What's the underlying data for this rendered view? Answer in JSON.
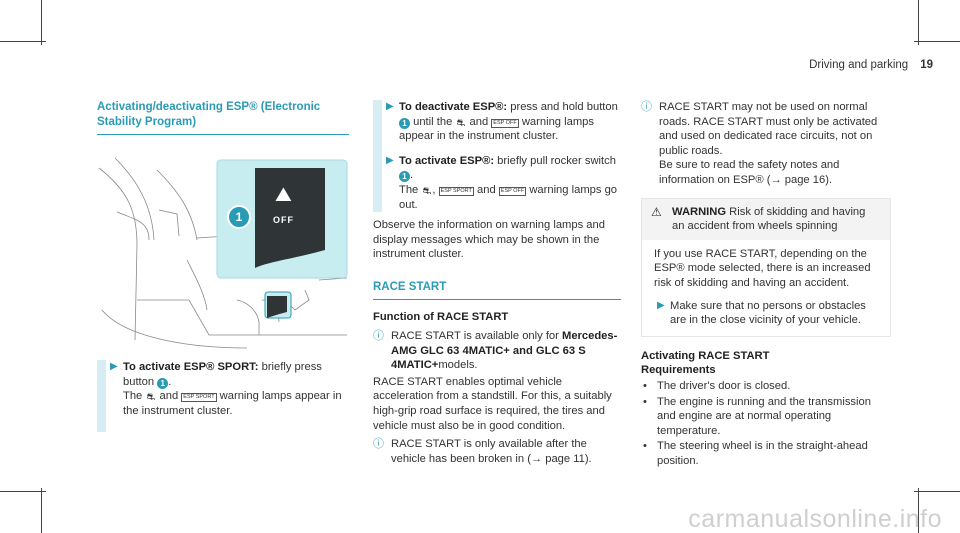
{
  "header": {
    "section": "Driving and parking",
    "page": "19"
  },
  "left": {
    "title": "Activating/deactivating ESP® (Electronic Stability Program)",
    "step": {
      "pre": "To activate ESP® SPORT:",
      "text1": " briefly press button ",
      "num": "1",
      "text2": ".",
      "text3": "The ",
      "text4": " and ",
      "text5": " warning lamps appear in the instrument cluster."
    },
    "figure": {
      "button_number": "1",
      "button_label": "OFF"
    }
  },
  "middle": {
    "deact": {
      "pre": "To deactivate ESP®:",
      "text1": " press and hold button ",
      "num": "1",
      "text2": " until the ",
      "text3": " and ",
      "text4": " warning lamps appear in the instrument cluster."
    },
    "act": {
      "pre": "To activate ESP®:",
      "text1": " briefly pull rocker switch ",
      "num": "1",
      "text2": ".",
      "text3": "The ",
      "text4": ", ",
      "text5": " and ",
      "text6": " warning lamps go out."
    },
    "observe": "Observe the information on warning lamps and display messages which may be shown in the instrument cluster.",
    "race_title": "RACE START",
    "function_title": "Function of RACE START",
    "note1_text": "RACE START is available only for ",
    "note1_bold": "Mercedes-AMG GLC 63 4MATIC+ and GLC 63 S 4MATIC+",
    "note1_end": "models.",
    "para": "RACE START enables optimal vehicle acceleration from a standstill. For this, a suitably high-grip road surface is required, the tires and vehicle must also be in good condition.",
    "note2": "RACE START is only available after the vehicle has been broken in (→ page 11)."
  },
  "right": {
    "note": "RACE START may not be used on normal roads. RACE START must only be activated and used on dedicated race circuits, not on public roads.",
    "note_b": "Be sure to read the safety notes and information on ESP® (→ page 16).",
    "warning": {
      "title": "WARNING",
      "title_rest": " Risk of skidding and having an accident from wheels spinning",
      "body": "If you use RACE START, depending on the ESP® mode selected, there is an increased risk of skidding and having an accident.",
      "step": "Make sure that no persons or obstacles are in the close vicinity of your vehicle."
    },
    "act_title": "Activating RACE START",
    "req_title": "Requirements",
    "requirements": [
      "The driver's door is closed.",
      "The engine is running and the transmission and engine are at normal operating temperature.",
      "The steering wheel is in the straight-ahead position."
    ]
  },
  "symbols": {
    "esp_off": "ESP OFF",
    "esp_sport": "ESP SPORT",
    "skid": "⛐"
  },
  "watermark": "carmanualsonline.info",
  "colors": {
    "accent": "#2a9bb5",
    "figure_bg": "#c8edf1"
  }
}
